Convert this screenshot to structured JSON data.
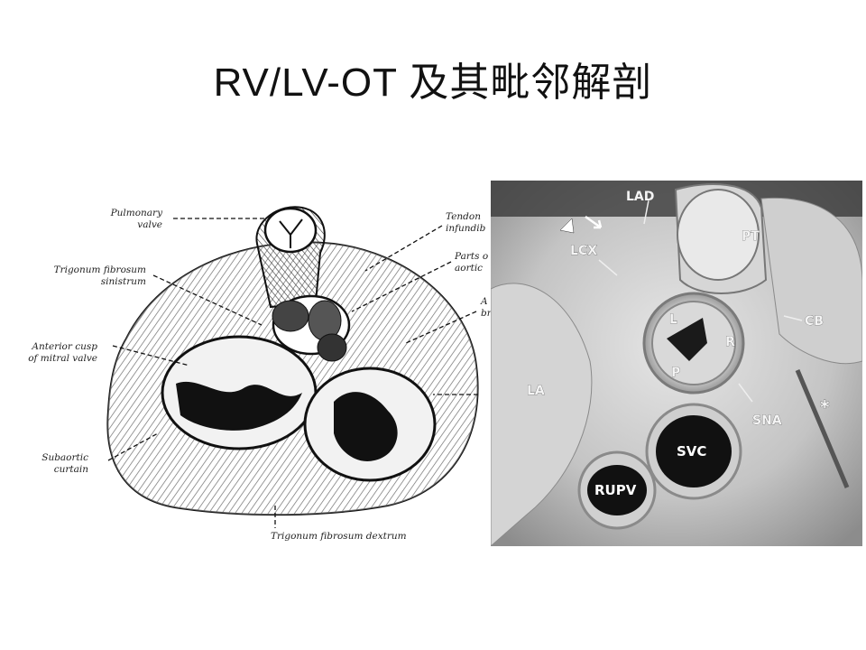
{
  "slide": {
    "title": "RV/LV-OT 及其毗邻解剖"
  },
  "left_figure": {
    "labels": {
      "pulmonary_valve_1": "Pulmonary",
      "pulmonary_valve_2": "valve",
      "trigonum_sinistrum_1": "Trigonum fibrosum",
      "trigonum_sinistrum_2": "sinistrum",
      "anterior_cusp_1": "Anterior cusp",
      "anterior_cusp_2": "of mitral valve",
      "subaortic_1": "Subaortic",
      "subaortic_2": "curtain",
      "trigonum_dextrum": "Trigonum fibrosum dextrum",
      "tendon_1": "Tendon",
      "tendon_2": "infundib",
      "parts_1": "Parts o",
      "parts_2": "aortic",
      "partial_a_1": "A",
      "partial_a_2": "br"
    }
  },
  "right_figure": {
    "labels": {
      "lad": "LAD",
      "lcx": "LCX",
      "pt": "PT",
      "cb": "CB",
      "l": "L",
      "r": "R",
      "p": "P",
      "la": "LA",
      "sna": "SNA",
      "asterisk": "*",
      "svc": "SVC",
      "rupv": "RUPV"
    }
  }
}
